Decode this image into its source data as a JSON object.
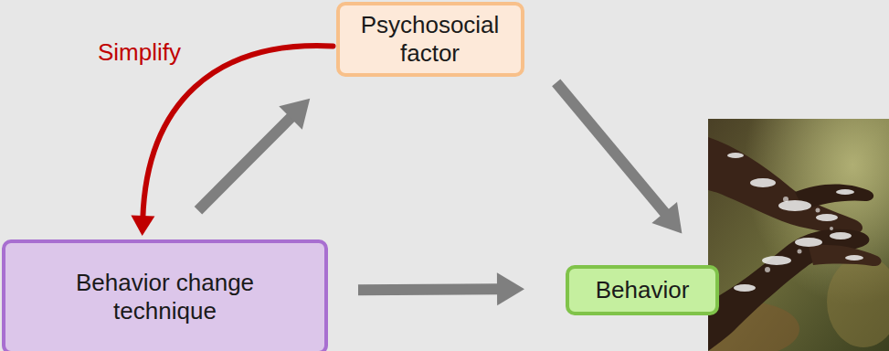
{
  "diagram": {
    "nodes": [
      {
        "text": [
          "Psychosocial factor"
        ]
      },
      {
        "text": [
          "Behavior change technique"
        ]
      },
      {
        "text": [
          "Behavior"
        ]
      }
    ],
    "edges": [
      {
        "from": 1,
        "to": 0,
        "arrow": "to"
      },
      {
        "from": 0,
        "to": 2,
        "arrow": "to"
      },
      {
        "from": 1,
        "to": 2,
        "arrow": "to"
      },
      {
        "from": 0,
        "to": 1,
        "arrow": "to",
        "label": "Simplify"
      }
    ]
  }
}
